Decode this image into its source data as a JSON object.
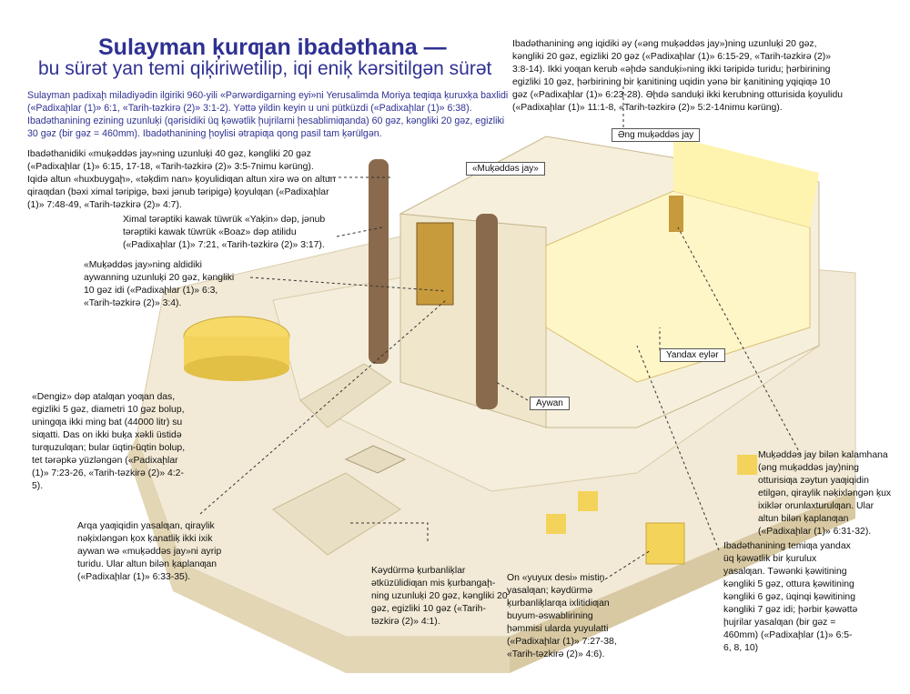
{
  "header": {
    "title": "Sulayman ķurƣan ibadəthana —",
    "subtitle": "bu sürət yan temi qiķiriwetilip, iqi eniķ kərsitilgən sürət"
  },
  "intro": "Sulayman padixaḩ miladiyədin ilgiriki 960-yili «Pərwərdigarning eyi»ni Yerusalimda Moriya teƣiƣa ķuruxķa baxlidi («Padixaḩlar (1)» 6:1, «Tarih-təzkirə (2)» 3:1-2). Yəttə yildin keyin u uni pütküzdi («Padixaḩlar (1)» 6:38). Ibadəthanining ezining uzunluķi (qərisidiki üq ķəwətlik ḩujrilarni ḩesablimiƣanda) 60 gəz, kəngliki 20 gəz, egizliki 30 gəz (bir gəz = 460mm). Ibadəthanining ḩoylisi ətrapiƣa qong pasil tam ķərülgən.",
  "notes": {
    "holy_of_holies": "Ibadəthanining əng iqidiki əy («əng muķəddəs jay»)ning uzunluķi 20 gəz, kəngliki 20 gəz, egizliki 20 gəz («Padixaḩlar (1)» 6:15-29, «Tarih-təzkirə (2)» 3:8-14). Ikki yoƣan kerub «əḩdə sanduķi»ning ikki təripidə turidu; ḩərbirining egizliki 10 gəz, ḩərbirining bir ķanitining uqidin yənə bir ķanitining yqiqiƣə 10 gəz («Padixaḩlar (1)» 6:23-28). Əḩdə sanduķi ikki kerubning otturisida ķoyulidu («Padixaḩlar (1)» 11:1-8, «Tarih-təzkirə (2)» 5:2-14nimu kərüng).",
    "holy_place": "Ibadəthanidiki «muķəddəs jay»ning uzunluķi 40 gəz, kəngliki 20 gəz («Padixaḩlar (1)» 6:15, 17-18, «Tarih-təzkirə (2)» 3:5-7nimu kərüng). Iqidə altun «huxbuygaḩ», «təķdim nan» ķoyulidiƣan altun xirə wə on altun qiraƣdan (bəxi ximal təripigə, bəxi jənub təripigə)  ķoyulƣan («Padixaḩlar (1)» 7:48-49, «Tarih-təzkirə (2)» 4:7).",
    "pillars": "Ximal tərəptiki kawak tüwrük «Yaķin» dəp, jənub tərəptiki kawak tüwrük «Boaz» dəp atilidu («Padixaḩlar (1)» 7:21, «Tarih-təzkirə (2)» 3:17).",
    "porch": "«Muķəddəs jay»ning aldidiki aywanning uzunluķi 20 gəz, kəngliki 10 gəz idi («Padixaḩlar (1)» 6:3, «Tarih-təzkirə (2)» 3:4).",
    "sea": "«Dengiz» dəp atalƣan yoƣan das, egizliki 5 gəz, diametri 10 gəz bolup, uningƣa ikki ming bat (44000 litr) su siƣatti. Das on ikki  buķa xəkli üstidə turƣuzulƣan; bular üqtin-üqtin bolup, tet tərəpkə yüzləngən («Padixaḩlar (1)» 7:23-26, «Tarih-təzkirə (2)» 4:2-5).",
    "doors": "Arqa yaƣiqidin yasalƣan, qiraylik nəķixləngən ķox ķanatliķ ikki ixik aywan wə  «muķəddəs jay»ni ayrip turidu. Ular altun bilən ķaplanƣan («Padixaḩlar (1)» 6:33-35).",
    "altar": "Kəydürmə ķurbanliķlar ətküzülidiƣan mis ķurbangaḩ-ning uzunluķi 20 gəz, kəngliki 20 gəz, egizliki 10 gəz («Tarih-təzkirə (2)» 4:1).",
    "basins": "On «yuyux desi» mistin yasalƣan; kəydürmə ķurbanliķlarƣa ixlitidiƣan buyum-əswablirining ḩəmmisi ularda yuyulatti («Padixaḩlar (1)» 7:27-38, «Tarih-təzkirə (2)» 4:6).",
    "inner_doors": "Muķəddəs jay bilən kalamhana (əng muķəddəs jay)ning otturisiƣa zəytun yaƣiqidin etilgən, qiraylik nəķixləngən ķux ixiklər orunlaxturulƣan. Ular altun bilən ķaplanƣan («Padixaḩlar (1)» 6:31-32).",
    "side_rooms": "Ibadəthanining temiƣa yandax üq ķəwətlik bir ķurulux yasalƣan. Təwənki ķəwitining kəngliki 5 gəz, ottura ķəwitining kəngliki 6 gəz, üqinqi ķəwitining kəngliki 7 gəz idi; ḩərbir ķəwəttə ḩujrilar yasalƣan (bir gəz = 460mm) («Padixaḩlar (1)» 6:5-6, 8, 10)"
  },
  "labels": {
    "holy_of_holies": "Əng muķəddəs jay",
    "holy_place": "«Muķəddəs jay»",
    "side_rooms": "Yandax eylər",
    "porch": "Aywan"
  },
  "colors": {
    "title": "#2e3192",
    "stone": "#efe6cf",
    "gold": "#f3d86a",
    "pillar": "#8a6a4c"
  }
}
